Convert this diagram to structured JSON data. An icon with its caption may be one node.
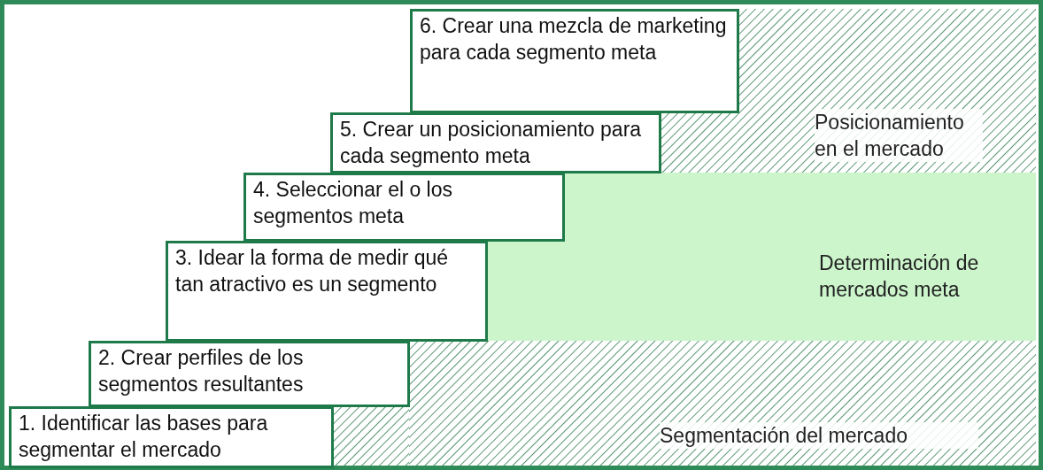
{
  "diagram": {
    "nodes": [
      {
        "text": [
          "6. Crear una mezcla de marketing para cada segmento meta"
        ]
      },
      {
        "text": [
          "Posicionamiento en el mercado"
        ]
      },
      {
        "text": [
          "5. Crear un posicionamiento para cada segmento meta"
        ]
      },
      {
        "text": [
          "4. Seleccionar el o los segmentos meta"
        ]
      },
      {
        "text": [
          "Determinación de mercados meta"
        ]
      },
      {
        "text": [
          "3. Idear la forma de medir qué tan atractivo es un segmento"
        ]
      },
      {
        "text": [
          "2. Crear perfiles de los segmentos resultantes"
        ]
      },
      {
        "text": [
          "Segmentación del mercado"
        ]
      },
      {
        "text": [
          "1. Identificar las bases para segmentar el mercado"
        ]
      }
    ]
  }
}
